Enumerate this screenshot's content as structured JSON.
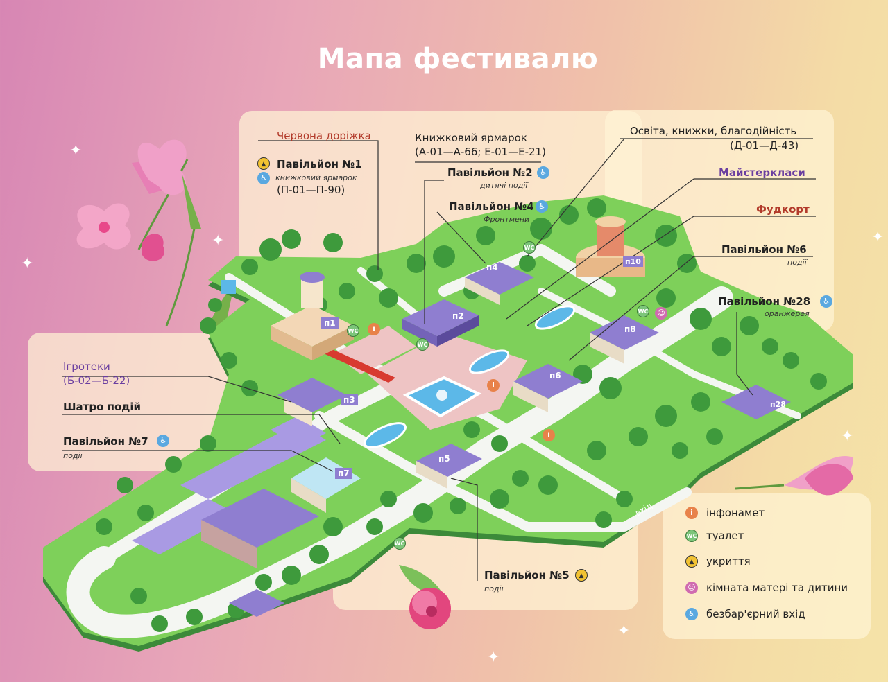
{
  "title": "Мапа фестивалю",
  "labels": {
    "red_carpet": "Червона доріжка",
    "book_fair": "Книжковий ярмарок",
    "book_fair_range": "(А-01—А-66; Е-01—Е-21)",
    "pav1": "Павільйон №1",
    "pav1_sub": "книжковий ярмарок",
    "pav1_range": "(П-01—П-90)",
    "pav2": "Павільйон №2",
    "pav2_sub": "дитячі події",
    "pav4": "Павільйон №4",
    "pav4_sub": "Фронтмени",
    "education": "Освіта, книжки, благодійність",
    "education_range": "(Д-01—Д-43)",
    "masterclasses": "Майстеркласи",
    "foodcourt": "Фудкорт",
    "pav6": "Павільйон №6",
    "pav6_sub": "події",
    "pav28": "Павільйон №28",
    "pav28_sub": "оранжерея",
    "games": "Ігротеки",
    "games_range": "(Б-02—Б-22)",
    "tent": "Шатро подій",
    "pav7": "Павільйон №7",
    "pav7_sub": "події",
    "pav5": "Павільйон №5",
    "pav5_sub": "події",
    "entrance": "вхід"
  },
  "building_tags": {
    "p1": "п1",
    "p2": "п2",
    "p3": "п3",
    "p4": "п4",
    "p5": "п5",
    "p6": "п6",
    "p7": "п7",
    "p8": "п8",
    "p10": "п10",
    "p28": "п28"
  },
  "legend": [
    {
      "icon": "info-icon",
      "text": "інфонамет"
    },
    {
      "icon": "wc-icon",
      "text": "туалет"
    },
    {
      "icon": "shelter-icon",
      "text": "укриття"
    },
    {
      "icon": "mother-child-icon",
      "text": "кімната матері та дитини"
    },
    {
      "icon": "accessible-icon",
      "text": "безбар'єрний вхід"
    }
  ],
  "icon_glyphs": {
    "info": "i",
    "wc": "WC",
    "shelter": "▲",
    "baby": "☺",
    "accessible": "♿"
  },
  "colors": {
    "park": "#7ed05a",
    "tree": "#3e9a3c",
    "path": "#f4f6f2",
    "building": "#8f7ed0",
    "water": "#5cb8e8",
    "plaza": "#eec4c4"
  }
}
